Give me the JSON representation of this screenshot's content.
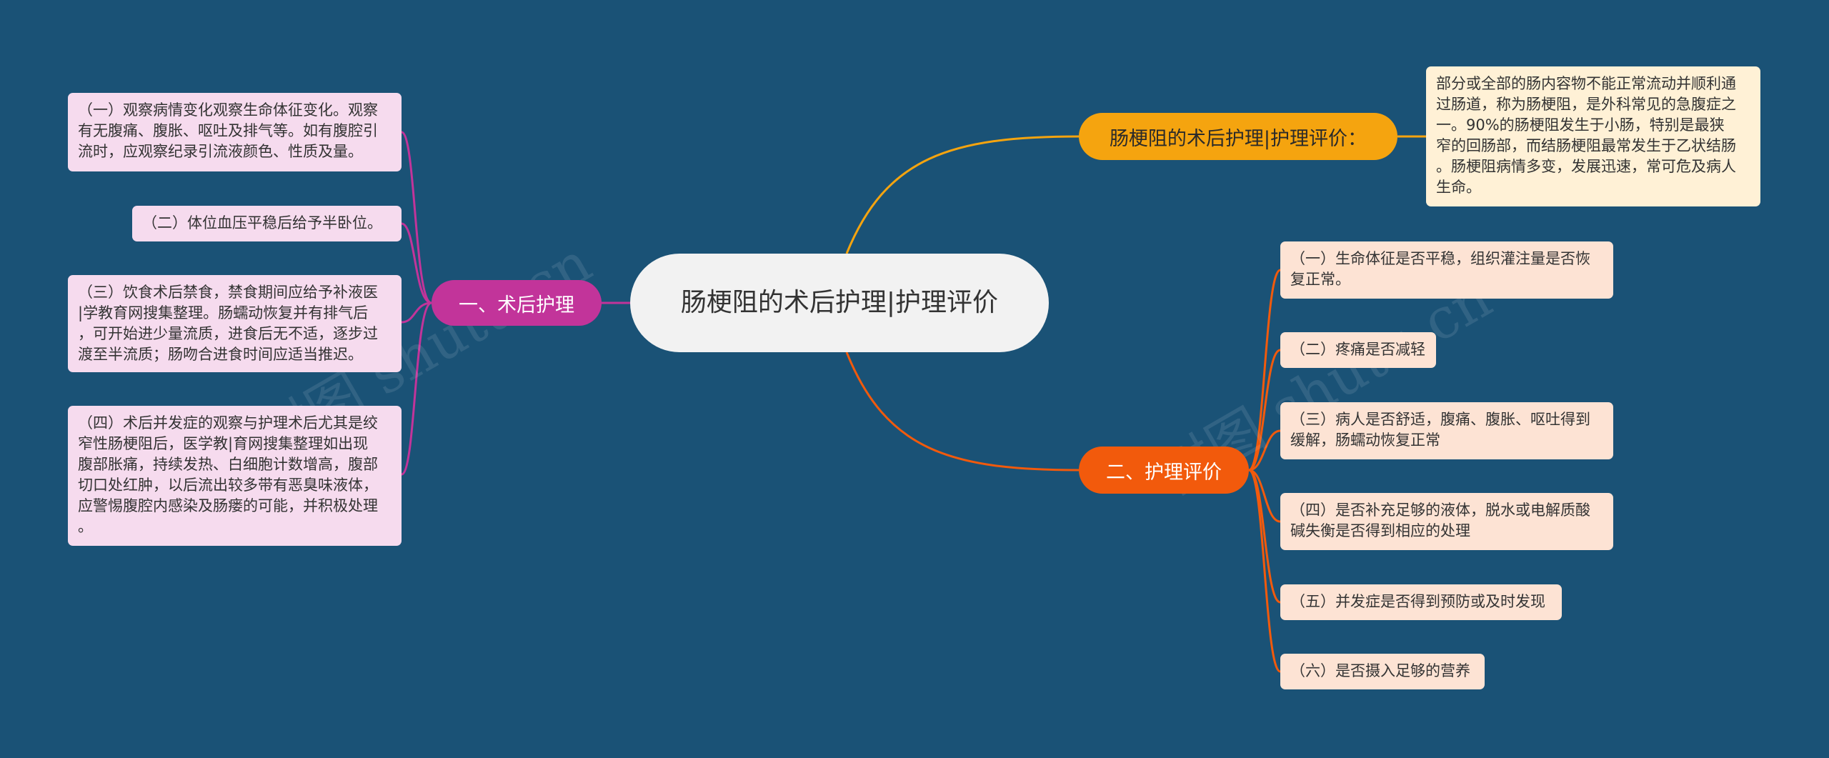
{
  "center": {
    "label": "肠梗阻的术后护理|护理评价"
  },
  "branches": {
    "top": {
      "label": "肠梗阻的术后护理|护理评价：",
      "color": "#f5a40f",
      "items": [
        "部分或全部的肠内容物不能正常流动并顺利通\n过肠道，称为肠梗阻，是外科常见的急腹症之\n一。90%的肠梗阻发生于小肠，特别是最狭\n窄的回肠部，而结肠梗阻最常发生于乙状结肠\n。肠梗阻病情多变，发展迅速，常可危及病人\n生命。"
      ]
    },
    "left": {
      "label": "一、术后护理",
      "color": "#c2349a",
      "items": [
        "（一）观察病情变化观察生命体征变化。观察\n有无腹痛、腹胀、呕吐及排气等。如有腹腔引\n流时，应观察纪录引流液颜色、性质及量。",
        "（二）体位血压平稳后给予半卧位。",
        "（三）饮食术后禁食，禁食期间应给予补液医\n|学教育网搜集整理。肠蠕动恢复并有排气后\n，可开始进少量流质，进食后无不适，逐步过\n渡至半流质；肠吻合进食时间应适当推迟。",
        "（四）术后并发症的观察与护理术后尤其是绞\n窄性肠梗阻后，医学教|育网搜集整理如出现\n腹部胀痛，持续发热、白细胞计数增高，腹部\n切口处红肿，以后流出较多带有恶臭味液体，\n应警惕腹腔内感染及肠瘘的可能，并积极处理\n。"
      ]
    },
    "right": {
      "label": "二、护理评价",
      "color": "#f25a0c",
      "items": [
        "（一）生命体征是否平稳，组织灌注量是否恢\n复正常。",
        "（二）疼痛是否减轻",
        "（三）病人是否舒适，腹痛、腹胀、呕吐得到\n缓解，肠蠕动恢复正常",
        "（四）是否补充足够的液体，脱水或电解质酸\n碱失衡是否得到相应的处理",
        "（五）并发症是否得到预防或及时发现",
        "（六）是否摄入足够的营养"
      ]
    }
  },
  "watermarks": [
    "树图 shutu.cn",
    "树图 shutu.cn"
  ]
}
